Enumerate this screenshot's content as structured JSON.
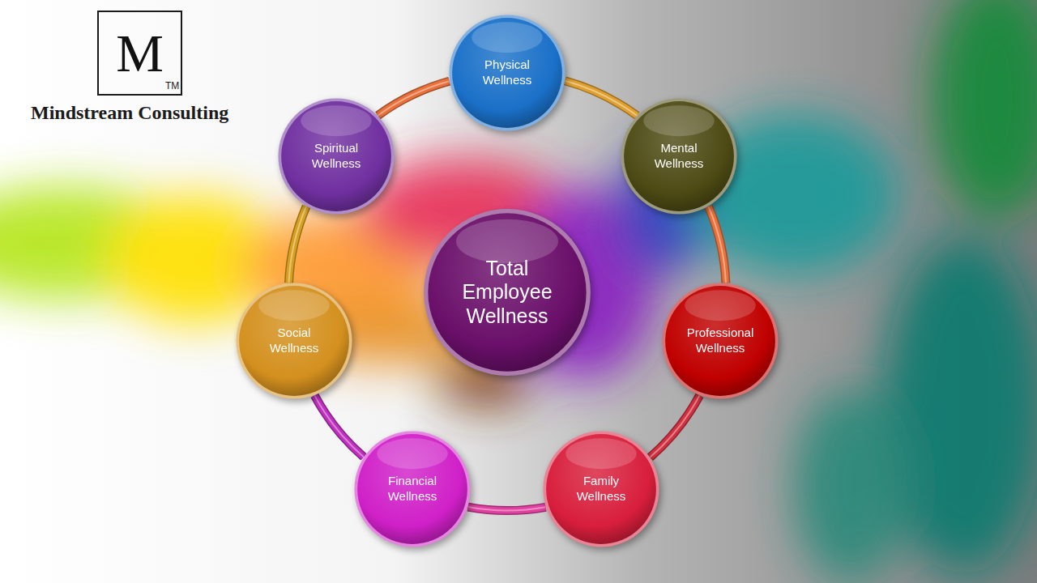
{
  "diagram": {
    "nodes": [
      {
        "text": [
          "M"
        ]
      },
      {
        "text": [
          "Physical Wellness"
        ]
      },
      {
        "text": [
          "Mental Wellness"
        ]
      },
      {
        "text": [
          "Professional Wellness"
        ]
      },
      {
        "text": [
          "Family Wellness"
        ]
      },
      {
        "text": [
          "Financial Wellness"
        ]
      },
      {
        "text": [
          "Social Wellness"
        ]
      },
      {
        "text": [
          "Spiritual Wellness"
        ]
      },
      {
        "text": [
          "Total Employee Wellness"
        ]
      }
    ],
    "edges": [
      {
        "from": 1,
        "to": 2,
        "arrow": "none"
      },
      {
        "from": 2,
        "to": 3,
        "arrow": "none"
      },
      {
        "from": 3,
        "to": 4,
        "arrow": "none"
      },
      {
        "from": 4,
        "to": 5,
        "arrow": "none"
      },
      {
        "from": 5,
        "to": 6,
        "arrow": "none"
      },
      {
        "from": 6,
        "to": 7,
        "arrow": "none"
      },
      {
        "from": 7,
        "to": 1,
        "arrow": "none"
      }
    ],
    "labels": [
      "TM",
      "Mindstream Consulting"
    ]
  }
}
